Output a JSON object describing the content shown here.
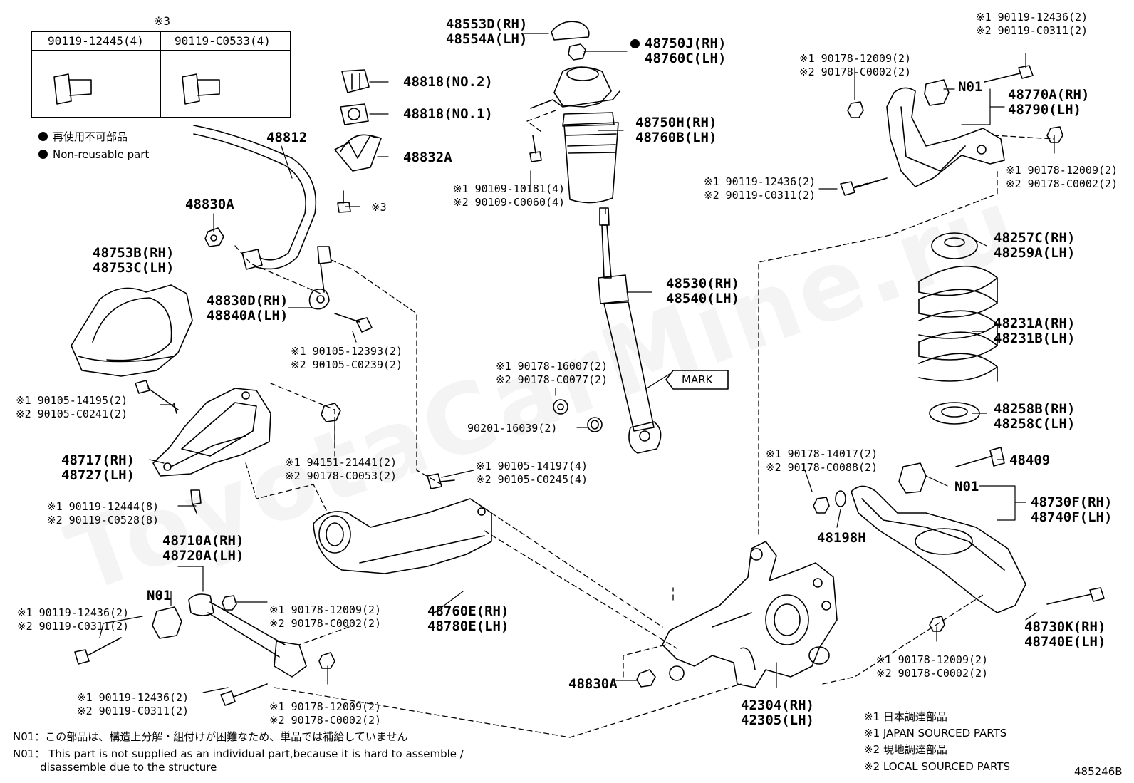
{
  "diagram_id": "485246B",
  "table": {
    "title": "※3",
    "col1": "90119-12445(4)",
    "col2": "90119-C0533(4)"
  },
  "legend": {
    "jp": "再使用不可部品",
    "en": "Non-reusable part"
  },
  "labels": {
    "p48553": "48553D(RH)\n48554A(LH)",
    "p48750j": "48750J(RH)\n48760C(LH)",
    "p48818_2": "48818(NO.2)",
    "p48818_1": "48818(NO.1)",
    "p48832": "48832A",
    "p48812": "48812",
    "p48830a_top": "48830A",
    "p48753": "48753B(RH)\n48753C(LH)",
    "p48830d": "48830D(RH)\n48840A(LH)",
    "b90105_12393": "※1 90105-12393(2)\n※2 90105-C0239(2)",
    "s3": "※3",
    "p48750h": "48750H(RH)\n48760B(LH)",
    "b90109": "※1 90109-10181(4)\n※2 90109-C0060(4)",
    "p48530": "48530(RH)\n48540(LH)",
    "mark": "MARK",
    "b90178_16007": "※1 90178-16007(2)\n※2 90178-C0077(2)",
    "w90201": "90201-16039(2)",
    "b90105_14195": "※1 90105-14195(2)\n※2 90105-C0241(2)",
    "b94151": "※1 94151-21441(2)\n※2 90178-C0053(2)",
    "p48717": "48717(RH)\n48727(LH)",
    "b90119_12444": "※1 90119-12444(8)\n※2 90119-C0528(8)",
    "b90105_14197": "※1 90105-14197(4)\n※2 90105-C0245(4)",
    "p48710": "48710A(RH)\n48720A(LH)",
    "n01_left": "N01",
    "b90119_12436_left": "※1 90119-12436(2)\n※2 90119-C0311(2)",
    "n90178_mid": "※1 90178-12009(2)\n※2 90178-C0002(2)",
    "p48760e": "48760E(RH)\n48780E(LH)",
    "b90119_12436_bot": "※1 90119-12436(2)\n※2 90119-C0311(2)",
    "n90178_bot": "※1 90178-12009(2)\n※2 90178-C0002(2)",
    "p48830a_bot": "48830A",
    "p42304": "42304(RH)\n42305(LH)",
    "b90119_12436_tr": "※1 90119-12436(2)\n※2 90119-C0311(2)",
    "n90178_tr": "※1 90178-12009(2)\n※2 90178-C0002(2)",
    "n01_top": "N01",
    "p48770": "48770A(RH)\n48790(LH)",
    "b90119_12436_mr": "※1 90119-12436(2)\n※2 90119-C0311(2)",
    "n90178_mr": "※1 90178-12009(2)\n※2 90178-C0002(2)",
    "p48257": "48257C(RH)\n48259A(LH)",
    "p48231": "48231A(RH)\n48231B(LH)",
    "p48258": "48258B(RH)\n48258C(LH)",
    "b90178_14017": "※1 90178-14017(2)\n※2 90178-C0088(2)",
    "p48409": "48409",
    "n01_right": "N01",
    "p48730f": "48730F(RH)\n48740F(LH)",
    "p48198h": "48198H",
    "p48730k": "48730K(RH)\n48740E(LH)",
    "n90178_br": "※1 90178-12009(2)\n※2 90178-C0002(2)"
  },
  "footnotes": {
    "n01_jp": "N01：この部品は、構造上分解・組付けが困難なため、単品では補給していません",
    "n01_en": "N01： This part is not supplied as an individual part,because it is hard to assemble /\n        disassemble due to the structure",
    "s1_jp": "※1 日本調達部品",
    "s1_en": "※1 JAPAN SOURCED PARTS",
    "s2_jp": "※2 現地調達部品",
    "s2_en": "※2 LOCAL SOURCED PARTS"
  },
  "watermark": "ToyotaCarMine.ru"
}
